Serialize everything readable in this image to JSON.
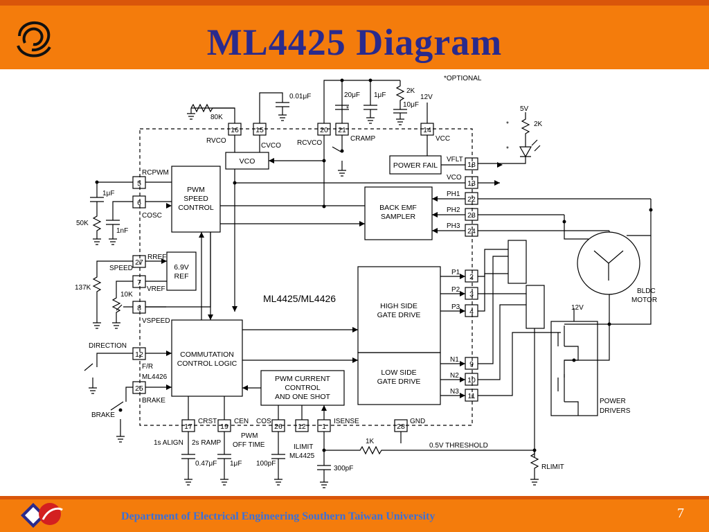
{
  "slide": {
    "title": "ML4425  Diagram",
    "footer": "Department of Electrical Engineering Southern Taiwan University",
    "page_number": "7",
    "colors": {
      "bar": "#f47c0c",
      "title": "#2a2a8c",
      "footer_text": "#3a6fd8"
    }
  },
  "diagram": {
    "optional_note": "*OPTIONAL",
    "chip_label": "ML4425/ML4426",
    "blocks": {
      "pwm_speed": [
        "PWM",
        "SPEED",
        "CONTROL"
      ],
      "vco": "VCO",
      "power_fail": "POWER FAIL",
      "back_emf": [
        "BACK EMF",
        "SAMPLER"
      ],
      "ref": [
        "6.9V",
        "REF"
      ],
      "high_side": [
        "HIGH SIDE",
        "GATE DRIVE"
      ],
      "low_side": [
        "LOW SIDE",
        "GATE DRIVE"
      ],
      "commutation": [
        "COMMUTATION",
        "CONTROL LOGIC"
      ],
      "pwm_current": [
        "PWM CURRENT",
        "CONTROL",
        "AND ONE SHOT"
      ]
    },
    "pins": {
      "p16": "16",
      "p15": "15",
      "p20": "20",
      "p21": "21",
      "p14": "14",
      "p18": "18",
      "p13": "13",
      "p22": "22",
      "p23": "23",
      "p24": "24",
      "p5": "5",
      "p6": "6",
      "p27": "27",
      "p7": "7",
      "p8": "8",
      "p2": "2",
      "p3": "3",
      "p4": "4",
      "p9": "9",
      "p10": "10",
      "p11": "11",
      "p12": "12",
      "p25": "25",
      "p17": "17",
      "p19": "19",
      "p26": "26",
      "p12b": "12",
      "p1": "1",
      "p28": "28"
    },
    "labels": {
      "c001": "0.01μF",
      "r80k": "80K",
      "c20": "20μF",
      "c1a": "1μF",
      "r2k": "2K",
      "c10": "10μF",
      "v12": "12V",
      "rvco": "RVCO",
      "cvco": "CVCO",
      "rcvco": "RCVCO",
      "cramp": "CRAMP",
      "vcc": "VCC",
      "v5": "5V",
      "r2k_led": "2K",
      "star1": "*",
      "star2": "*",
      "star3": "*",
      "vflt": "VFLT",
      "vco_out": "VCO",
      "ph1": "PH1",
      "ph2": "PH2",
      "ph3": "PH3",
      "rcpwm": "RCPWM",
      "c1b": "1μF",
      "cosc": "COSC",
      "r50k": "50K",
      "c1n": "1nF",
      "rref": "RREF",
      "speed": "SPEED",
      "r137k": "137K",
      "vref": "VREF",
      "r10k": "10K",
      "vspeed": "VSPEED",
      "p1": "P1",
      "p2": "P2",
      "p3": "P3",
      "n1": "N1",
      "n2": "N2",
      "n3": "N3",
      "bldc": "BLDC",
      "motor": "MOTOR",
      "v12b": "12V",
      "direction": "DIRECTION",
      "fr": "F/R",
      "ml4426": "ML4426",
      "brake_pin": "BRAKE",
      "brake_sw": "BRAKE",
      "power": "POWER",
      "drivers": "DRIVERS",
      "crst": "CRST",
      "cen": "CEN",
      "cos": "COS",
      "ilimit": "ILIMIT",
      "isense": "ISENSE",
      "gnd": "GND",
      "align": "1s ALIGN",
      "ramp": "2s RAMP",
      "pwm_off": "PWM",
      "off_time": "OFF TIME",
      "ml4425": "ML4425",
      "r1k": "1K",
      "threshold": "0.5V THRESHOLD",
      "c047": "0.47μF",
      "c1c": "1μF",
      "c100p": "100pF",
      "c300p": "300pF",
      "rlimit": "RLIMIT"
    }
  }
}
